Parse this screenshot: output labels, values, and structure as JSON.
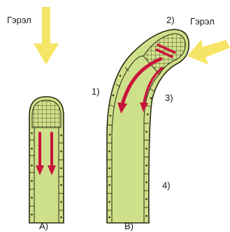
{
  "labels": {
    "light_left": "Гэрэл",
    "light_right": "Гэрэл",
    "mark_1": "1)",
    "mark_2": "2)",
    "mark_3": "3)",
    "mark_4": "4)",
    "caption_a": "A)",
    "caption_b": "B)"
  },
  "colors": {
    "tissue": "#cfe08a",
    "tissue_dark": "#b9cc6f",
    "outline": "#2a2a10",
    "light_arrow": "#f6e466",
    "auxin_arrow": "#c8143c",
    "text": "#1a1a1a"
  },
  "icons": {
    "light": "light-ray-arrow-icon",
    "auxin": "auxin-flow-arrow-icon"
  }
}
